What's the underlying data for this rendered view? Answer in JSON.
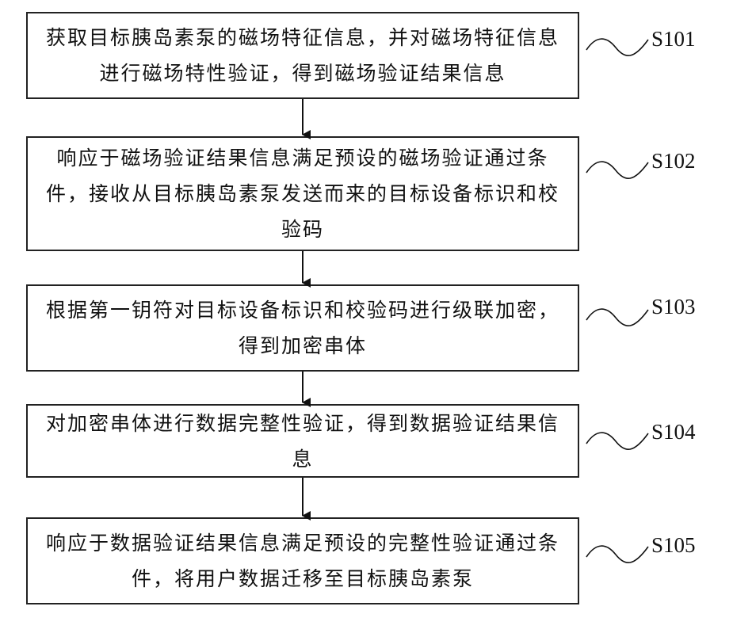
{
  "steps": [
    {
      "id": "S101",
      "text": "获取目标胰岛素泵的磁场特征信息，并对磁场特征信息进行磁场特性验证，得到磁场验证结果信息"
    },
    {
      "id": "S102",
      "text": "响应于磁场验证结果信息满足预设的磁场验证通过条件，接收从目标胰岛素泵发送而来的目标设备标识和校验码"
    },
    {
      "id": "S103",
      "text": "根据第一钥符对目标设备标识和校验码进行级联加密，得到加密串体"
    },
    {
      "id": "S104",
      "text": "对加密串体进行数据完整性验证，得到数据验证结果信息"
    },
    {
      "id": "S105",
      "text": "响应于数据验证结果信息满足预设的完整性验证通过条件，将用户数据迁移至目标胰岛素泵"
    }
  ]
}
